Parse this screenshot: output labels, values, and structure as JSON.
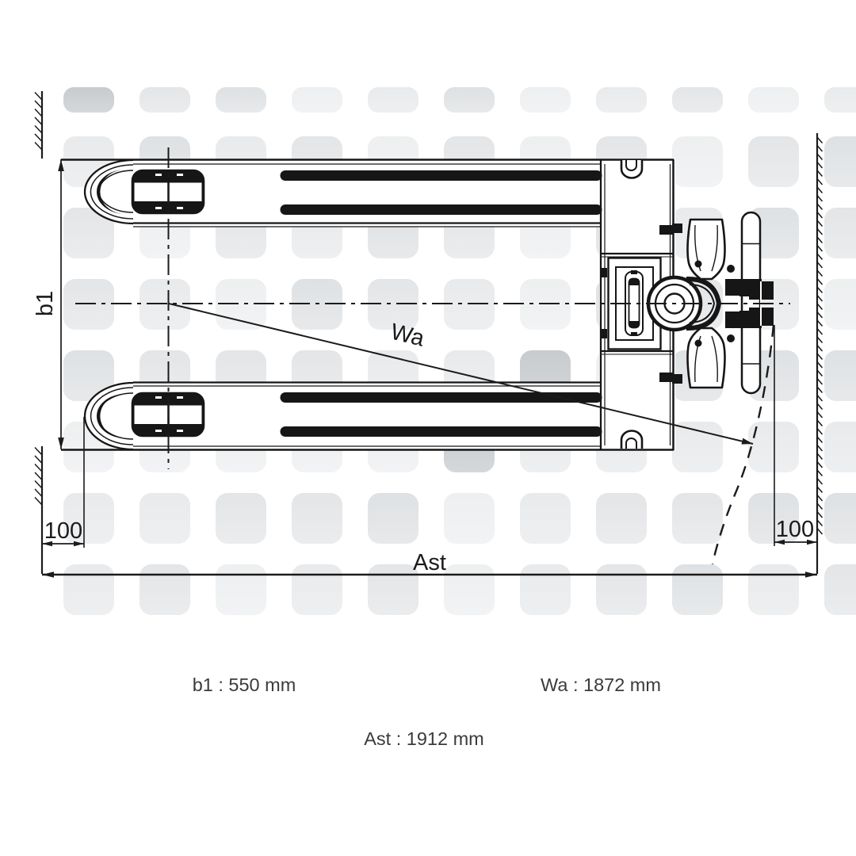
{
  "diagram": {
    "dimension_labels": {
      "b1": "b1",
      "wa": "Wa",
      "ast": "Ast",
      "clearance_left": "100",
      "clearance_right": "100"
    },
    "captions": {
      "b1": "b1 : 550 mm",
      "wa": "Wa : 1872 mm",
      "ast": "Ast : 1912 mm"
    },
    "values": {
      "b1_mm": 550,
      "wa_mm": 1872,
      "ast_mm": 1912,
      "clearance_mm": 100
    },
    "colors": {
      "line": "#1b1b1b",
      "drawing_ink": "#161616",
      "caption_text": "#3b3b3b",
      "pattern_shades": [
        "#e8eaec",
        "#e3e5e7",
        "#dee1e3",
        "#edeff0",
        "#c8cbce"
      ]
    }
  }
}
